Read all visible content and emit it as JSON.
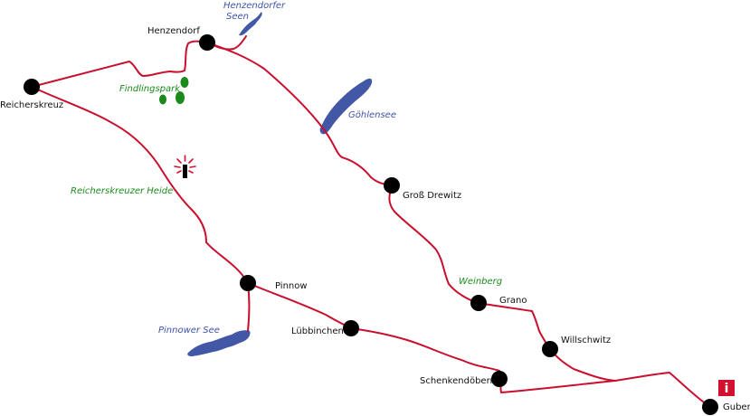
{
  "colors": {
    "route": "#c8102e",
    "water": "#4257a6",
    "forest": "#1a8a1a",
    "town": "#000000",
    "info": "#d3112f"
  },
  "towns": {
    "henzendorf": "Henzendorf",
    "reicherskreuz": "Reicherskreuz",
    "gross_drewitz": "Groß Drewitz",
    "pinnow": "Pinnow",
    "luebbinchen": "Lübbinchen",
    "grano": "Grano",
    "willschwitz": "Willschwitz",
    "schenkendoebern": "Schenkendöbern",
    "guben": "Guben"
  },
  "features": {
    "henzendorfer_seen_1": "Henzendorfer",
    "henzendorfer_seen_2": "Seen",
    "goehlensee": "Göhlensee",
    "pinnower_see": "Pinnower See",
    "findlingspark": "Findlingspark",
    "reicherskreuzer_heide": "Reicherskreuzer Heide",
    "weinberg": "Weinberg"
  },
  "icons": {
    "info": "info-icon",
    "tower": "lookout-tower-icon"
  },
  "info_glyph": "i"
}
